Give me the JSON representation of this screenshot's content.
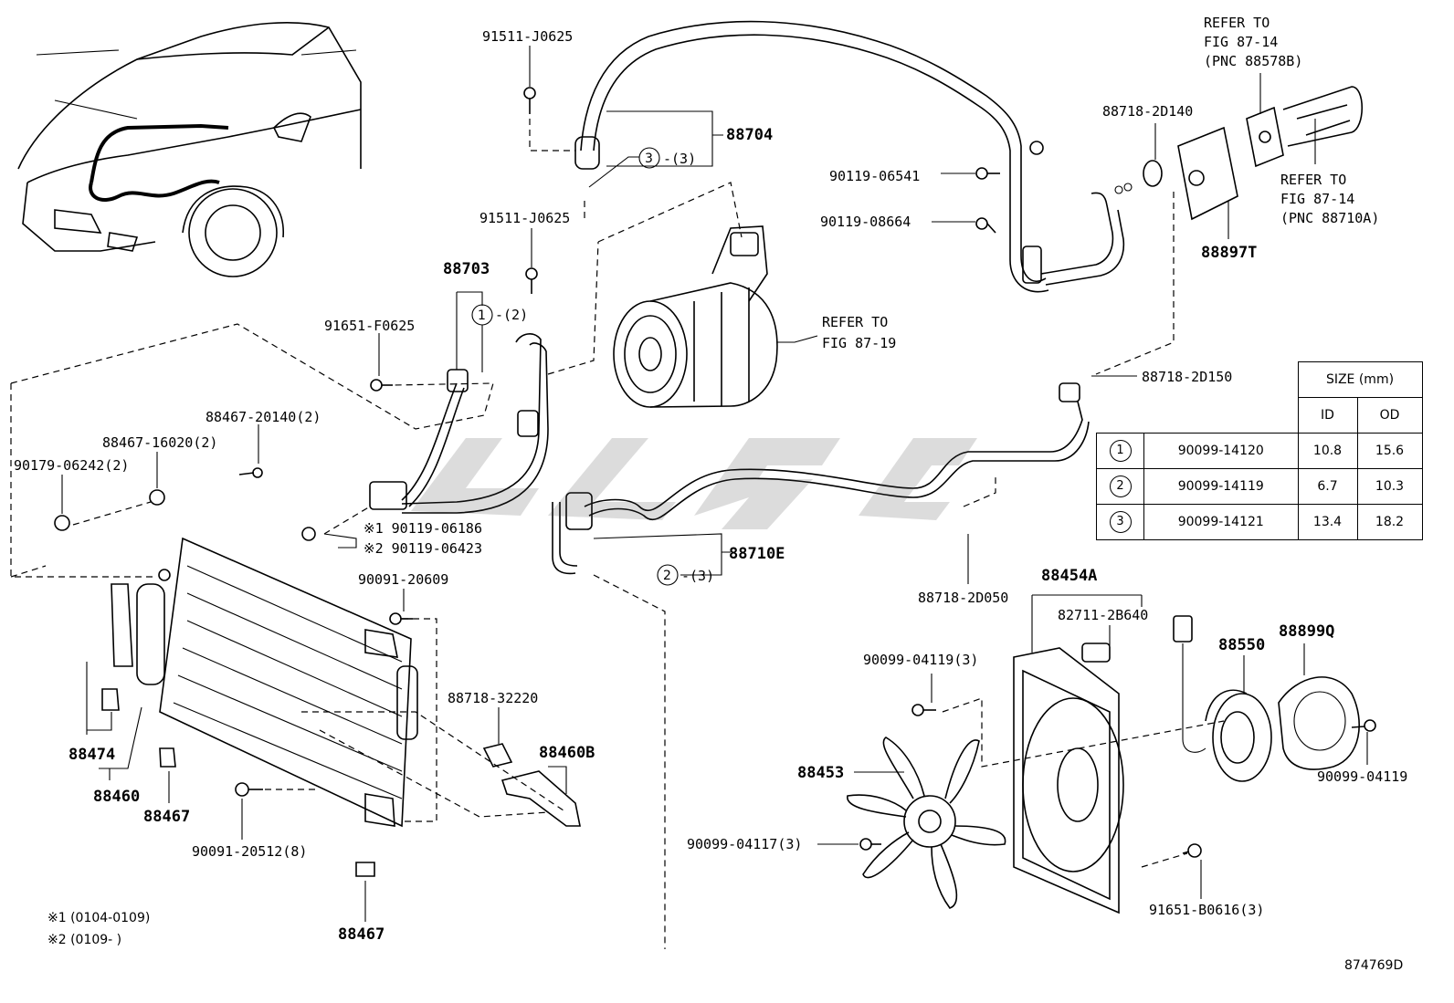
{
  "labels": {
    "p91511_j0625_a": "91511-J0625",
    "p91511_j0625_b": "91511-J0625",
    "p88704": "88704",
    "p88703": "88703",
    "p91651_f0625": "91651-F0625",
    "p88467_20140": "88467-20140(2)",
    "p88467_16020": "88467-16020(2)",
    "p90179_06242": "90179-06242(2)",
    "p90119_06186": "※1 90119-06186",
    "p90119_06423": "※2 90119-06423",
    "p90091_20609": "90091-20609",
    "p88718_32220": "88718-32220",
    "p88460b": "88460B",
    "p88474": "88474",
    "p88460": "88460",
    "p88467_a": "88467",
    "p88467_b": "88467",
    "p90091_20512": "90091-20512(8)",
    "note1": "※1 (0104-0109)",
    "note2": "※2 (0109-      )",
    "p88710e": "88710E",
    "refer_87_19_a": "REFER TO",
    "refer_87_19_b": "FIG 87-19",
    "p90119_06541": "90119-06541",
    "p90119_08664": "90119-08664",
    "p88718_2d140": "88718-2D140",
    "p88897t": "88897T",
    "refer_14a_1": "REFER TO",
    "refer_14a_2": "FIG 87-14",
    "refer_14a_3": "(PNC 88578B)",
    "refer_14b_1": "REFER TO",
    "refer_14b_2": "FIG 87-14",
    "refer_14b_3": "(PNC 88710A)",
    "p88718_2d150": "88718-2D150",
    "p88718_2d050": "88718-2D050",
    "p88454a": "88454A",
    "p82711_2b640": "82711-2B640",
    "p90099_04119_3": "90099-04119(3)",
    "p88550": "88550",
    "p88899q": "88899Q",
    "p88453": "88453",
    "p90099_04119": "90099-04119",
    "p90099_04117": "90099-04117(3)",
    "p91651_b0616": "91651-B0616(3)",
    "diagram_id": "874769D",
    "qty_2": "-(2)",
    "qty_3a": "-(3)",
    "qty_3b": "-(3)"
  },
  "callouts": {
    "c1": "1",
    "c2": "2",
    "c3": "3"
  },
  "size_table": {
    "header": "SIZE (mm)",
    "col_id": "ID",
    "col_od": "OD",
    "rows": [
      {
        "num": "1",
        "part": "90099-14120",
        "id": "10.8",
        "od": "15.6"
      },
      {
        "num": "2",
        "part": "90099-14119",
        "id": "6.7",
        "od": "10.3"
      },
      {
        "num": "3",
        "part": "90099-14121",
        "id": "13.4",
        "od": "18.2"
      }
    ]
  }
}
